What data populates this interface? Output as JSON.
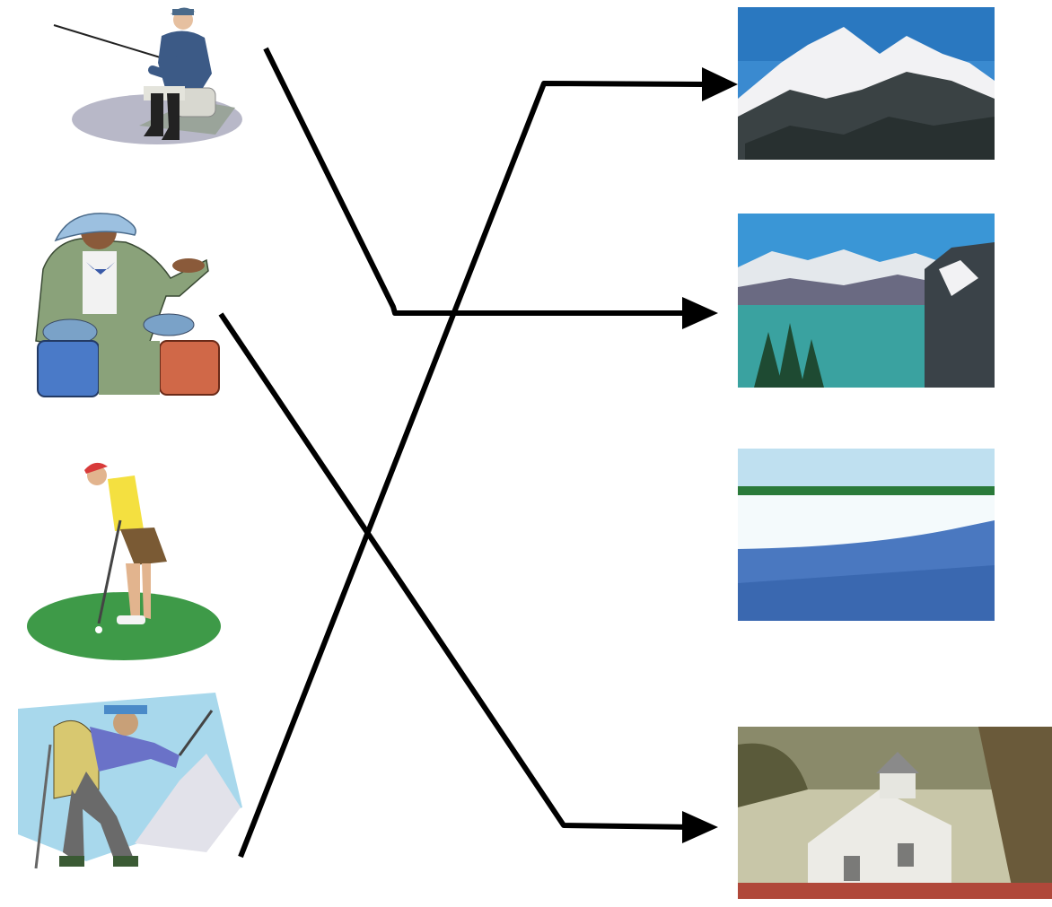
{
  "diagram": {
    "type": "matching-exercise",
    "people": [
      {
        "id": "fisherman",
        "icon": "fisherman-icon"
      },
      {
        "id": "hiker-guide",
        "icon": "hiker-guide-icon"
      },
      {
        "id": "golfer",
        "icon": "golfer-icon"
      },
      {
        "id": "climber",
        "icon": "climber-icon"
      }
    ],
    "places": [
      {
        "id": "snowy-mountains",
        "icon": "snowy-mountains-icon"
      },
      {
        "id": "mountain-lake",
        "icon": "mountain-lake-icon"
      },
      {
        "id": "waterfall",
        "icon": "waterfall-icon"
      },
      {
        "id": "forest-chapel",
        "icon": "forest-chapel-icon"
      }
    ],
    "connections": [
      {
        "from": "fisherman",
        "to": "mountain-lake"
      },
      {
        "from": "hiker-guide",
        "to": "forest-chapel"
      },
      {
        "from": "climber",
        "to": "snowy-mountains"
      }
    ],
    "colors": {
      "line": "#000000",
      "background": "#ffffff"
    }
  }
}
